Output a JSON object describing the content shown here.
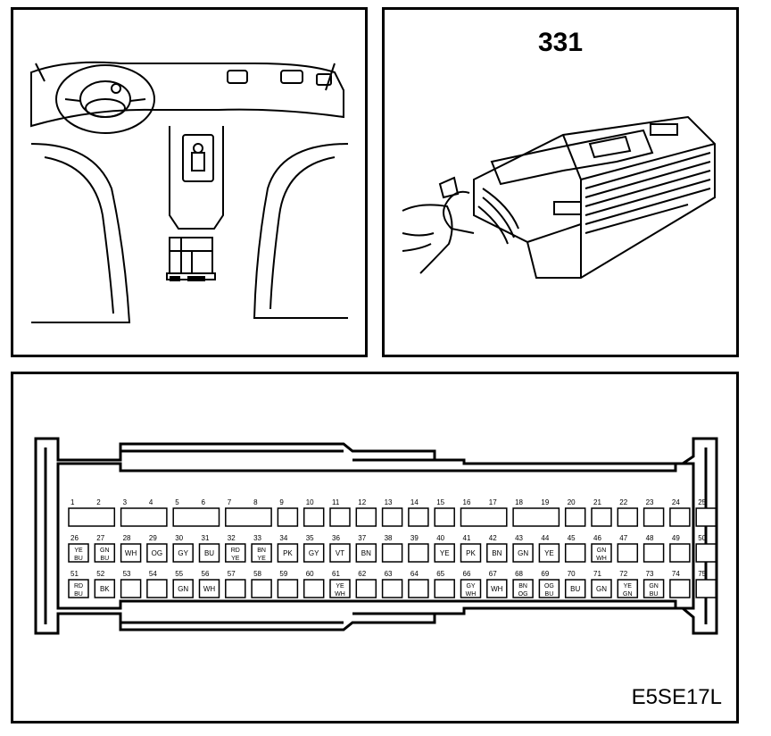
{
  "connector": {
    "number": "331",
    "code": "E5SE17L",
    "rows": [
      [
        {
          "num": "1",
          "color": []
        },
        {
          "num": "2",
          "color": []
        },
        {
          "num": "3",
          "color": []
        },
        {
          "num": "4",
          "color": []
        },
        {
          "num": "5",
          "color": []
        },
        {
          "num": "6",
          "color": []
        },
        {
          "num": "7",
          "color": []
        },
        {
          "num": "8",
          "color": []
        },
        {
          "num": "9",
          "color": []
        },
        {
          "num": "10",
          "color": []
        },
        {
          "num": "11",
          "color": []
        },
        {
          "num": "12",
          "color": []
        },
        {
          "num": "13",
          "color": []
        },
        {
          "num": "14",
          "color": []
        },
        {
          "num": "15",
          "color": []
        },
        {
          "num": "16",
          "color": []
        },
        {
          "num": "17",
          "color": []
        },
        {
          "num": "18",
          "color": []
        },
        {
          "num": "19",
          "color": []
        },
        {
          "num": "20",
          "color": []
        },
        {
          "num": "21",
          "color": []
        },
        {
          "num": "22",
          "color": []
        },
        {
          "num": "23",
          "color": []
        },
        {
          "num": "24",
          "color": []
        },
        {
          "num": "25",
          "color": []
        }
      ],
      [
        {
          "num": "26",
          "color": [
            "YE",
            "BU"
          ]
        },
        {
          "num": "27",
          "color": [
            "GN",
            "BU"
          ]
        },
        {
          "num": "28",
          "color": [
            "WH"
          ]
        },
        {
          "num": "29",
          "color": [
            "OG"
          ]
        },
        {
          "num": "30",
          "color": [
            "GY"
          ]
        },
        {
          "num": "31",
          "color": [
            "BU"
          ]
        },
        {
          "num": "32",
          "color": [
            "RD",
            "YE"
          ]
        },
        {
          "num": "33",
          "color": [
            "BN",
            "YE"
          ]
        },
        {
          "num": "34",
          "color": [
            "PK"
          ]
        },
        {
          "num": "35",
          "color": [
            "GY"
          ]
        },
        {
          "num": "36",
          "color": [
            "VT"
          ]
        },
        {
          "num": "37",
          "color": [
            "BN"
          ]
        },
        {
          "num": "38",
          "color": []
        },
        {
          "num": "39",
          "color": []
        },
        {
          "num": "40",
          "color": [
            "YE"
          ]
        },
        {
          "num": "41",
          "color": [
            "PK"
          ]
        },
        {
          "num": "42",
          "color": [
            "BN"
          ]
        },
        {
          "num": "43",
          "color": [
            "GN"
          ]
        },
        {
          "num": "44",
          "color": [
            "YE"
          ]
        },
        {
          "num": "45",
          "color": []
        },
        {
          "num": "46",
          "color": [
            "GN",
            "WH"
          ]
        },
        {
          "num": "47",
          "color": []
        },
        {
          "num": "48",
          "color": []
        },
        {
          "num": "49",
          "color": []
        },
        {
          "num": "50",
          "color": []
        }
      ],
      [
        {
          "num": "51",
          "color": [
            "RD",
            "BU"
          ]
        },
        {
          "num": "52",
          "color": [
            "BK"
          ]
        },
        {
          "num": "53",
          "color": []
        },
        {
          "num": "54",
          "color": []
        },
        {
          "num": "55",
          "color": [
            "GN"
          ]
        },
        {
          "num": "56",
          "color": [
            "WH"
          ]
        },
        {
          "num": "57",
          "color": []
        },
        {
          "num": "58",
          "color": []
        },
        {
          "num": "59",
          "color": []
        },
        {
          "num": "60",
          "color": []
        },
        {
          "num": "61",
          "color": [
            "YE",
            "WH"
          ]
        },
        {
          "num": "62",
          "color": []
        },
        {
          "num": "63",
          "color": []
        },
        {
          "num": "64",
          "color": []
        },
        {
          "num": "65",
          "color": []
        },
        {
          "num": "66",
          "color": [
            "GY",
            "WH"
          ]
        },
        {
          "num": "67",
          "color": [
            "WH"
          ]
        },
        {
          "num": "68",
          "color": [
            "BN",
            "OG"
          ]
        },
        {
          "num": "69",
          "color": [
            "OG",
            "BU"
          ]
        },
        {
          "num": "70",
          "color": [
            "BU"
          ]
        },
        {
          "num": "71",
          "color": [
            "GN"
          ]
        },
        {
          "num": "72",
          "color": [
            "YE",
            "GN"
          ]
        },
        {
          "num": "73",
          "color": [
            "GN",
            "BU"
          ]
        },
        {
          "num": "74",
          "color": []
        },
        {
          "num": "75",
          "color": []
        }
      ]
    ],
    "wide_cavities": [
      {
        "from": "1",
        "to": "2"
      },
      {
        "from": "3",
        "to": "4"
      },
      {
        "from": "5",
        "to": "6"
      },
      {
        "from": "7",
        "to": "8"
      },
      {
        "from": "16",
        "to": "17"
      },
      {
        "from": "18",
        "to": "19"
      }
    ]
  }
}
